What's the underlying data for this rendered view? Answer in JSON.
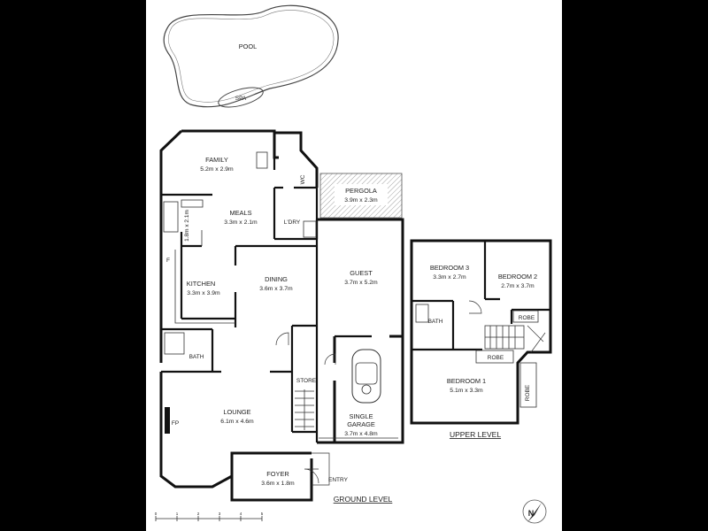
{
  "pool": {
    "pool_label": "POOL",
    "spa_label": "SPA"
  },
  "ground": {
    "family": {
      "name": "FAMILY",
      "dims": "5.2m x 2.9m"
    },
    "meals": {
      "name": "MEALS",
      "dims": "3.3m x 2.1m"
    },
    "kitchen": {
      "name": "KITCHEN",
      "dims": "3.3m x 3.9m"
    },
    "pantry_dims": "1.8m x 2.1m",
    "fridge_label": "F",
    "dining": {
      "name": "DINING",
      "dims": "3.6m x 3.7m"
    },
    "pergola": {
      "name": "PERGOLA",
      "dims": "3.9m x 2.3m"
    },
    "wc_label": "WC",
    "laundry_label": "L'DRY",
    "guest": {
      "name": "GUEST",
      "dims": "3.7m x 5.2m"
    },
    "bath_label": "BATH",
    "store_label": "STORE",
    "lounge": {
      "name": "LOUNGE",
      "dims": "6.1m x 4.6m"
    },
    "fireplace_label": "FP",
    "garage": {
      "name_line1": "SINGLE",
      "name_line2": "GARAGE",
      "dims": "3.7m x 4.8m"
    },
    "foyer": {
      "name": "FOYER",
      "dims": "3.6m x 1.8m"
    },
    "entry_label": "ENTRY",
    "level_label": "GROUND LEVEL"
  },
  "upper": {
    "bedroom3": {
      "name": "BEDROOM 3",
      "dims": "3.3m x 2.7m"
    },
    "bedroom2": {
      "name": "BEDROOM 2",
      "dims": "2.7m x 3.7m"
    },
    "bath_label": "BATH",
    "robe_labels": [
      "ROBE",
      "ROBE",
      "ROBE"
    ],
    "bedroom1": {
      "name": "BEDROOM 1",
      "dims": "5.1m x 3.3m"
    },
    "level_label": "UPPER LEVEL"
  },
  "scale_ticks": [
    "0",
    "1",
    "2",
    "3",
    "4",
    "5"
  ],
  "compass_label": "N"
}
